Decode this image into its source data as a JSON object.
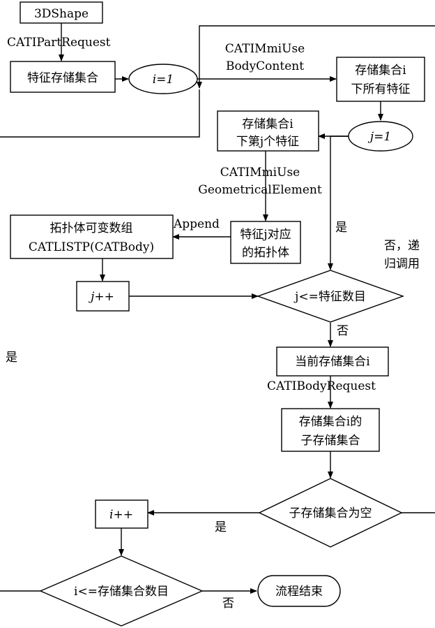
{
  "nodes": {
    "shape_3d": "3DShape",
    "feature_set": "特征存储集合",
    "i_init": "i=1",
    "all_features": [
      "存储集合i",
      "下所有特征"
    ],
    "j_init": "j=1",
    "jth_feature": [
      "存储集合i",
      "下第j个特征"
    ],
    "topo_body": [
      "特征j对应",
      "的拓扑体"
    ],
    "topo_array": [
      "拓扑体可变数组",
      "CATLISTP(CATBody)"
    ],
    "j_inc": "j++",
    "j_cond": "j<=特征数目",
    "current_set": "当前存储集合i",
    "sub_sets": [
      "存储集合i的",
      "子存储集合"
    ],
    "sub_empty": "子存储集合为空",
    "i_inc": "i++",
    "i_cond": "i<=存储集合数目",
    "end": "流程结束"
  },
  "edge_labels": {
    "part_request": "CATIPartRequest",
    "mmi_body_content": [
      "CATIMmiUse",
      "BodyContent"
    ],
    "mmi_geom": [
      "CATIMmiUse",
      "GeometricalElement"
    ],
    "append": "Append",
    "yes_j": "是",
    "no_recursive": [
      "否，递",
      "归调用"
    ],
    "no_j": "否",
    "body_request": "CATIBodyRequest",
    "yes_empty": "是",
    "no_end": "否",
    "yes_i": "是"
  }
}
